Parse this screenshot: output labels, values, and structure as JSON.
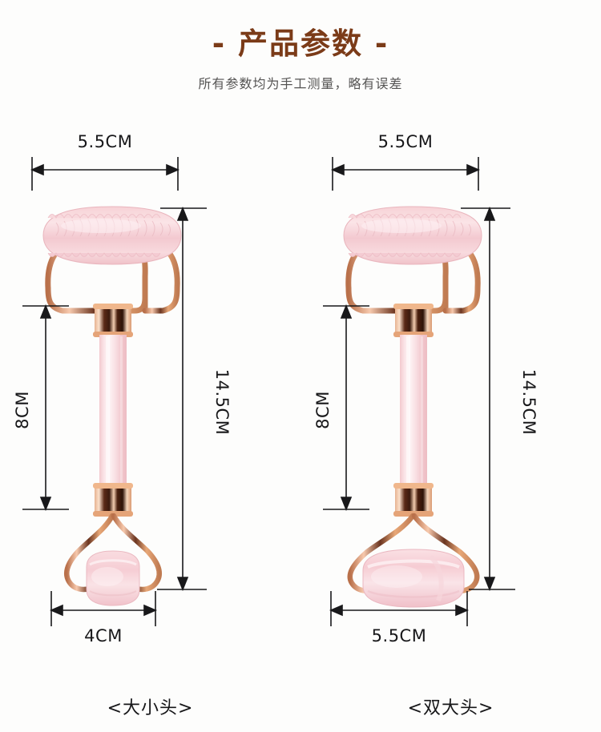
{
  "header": {
    "title": "- 产品参数 -",
    "subtitle": "所有参数均为手工测量，略有误差"
  },
  "colors": {
    "title_brown": "#7b3b18",
    "subtitle_gray": "#555453",
    "dimension_black": "#18181a",
    "background": "#fdfdfc",
    "jade_pink": "#f6cdd4",
    "jade_pink_light": "#fae2e6",
    "rose_gold": "#e8a municipal"
  },
  "products": [
    {
      "id": "big-small-head",
      "caption": "<大小头>",
      "dimensions": {
        "top_width": "5.5CM",
        "total_height": "14.5CM",
        "handle_height": "8CM",
        "bottom_width": "4CM"
      }
    },
    {
      "id": "double-big-head",
      "caption": "<双大头>",
      "dimensions": {
        "top_width": "5.5CM",
        "total_height": "14.5CM",
        "handle_height": "8CM",
        "bottom_width": "5.5CM"
      }
    }
  ]
}
